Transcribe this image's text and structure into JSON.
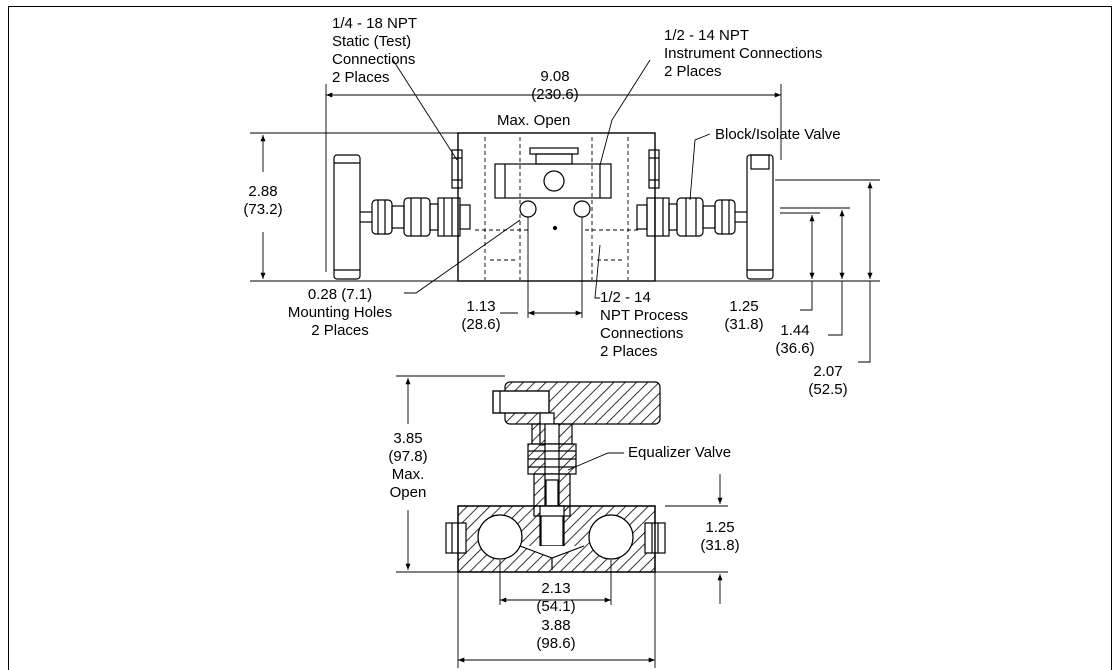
{
  "labels": {
    "static_conn": [
      "1/4 - 18 NPT",
      "Static (Test)",
      "Connections",
      "2 Places"
    ],
    "instrument_conn": [
      "1/2 - 14 NPT",
      "Instrument Connections",
      "2 Places"
    ],
    "overall_width": [
      "9.08",
      "(230.6)"
    ],
    "max_open_top": "Max. Open",
    "block_isolate": "Block/Isolate Valve",
    "height_288": [
      "2.88",
      "(73.2)"
    ],
    "mounting_holes": [
      "0.28 (7.1)",
      "Mounting Holes",
      "2 Places"
    ],
    "dim_113": [
      "1.13",
      "(28.6)"
    ],
    "process_conn": [
      "1/2 - 14",
      "NPT Process",
      "Connections",
      "2 Places"
    ],
    "dim_125_top": [
      "1.25",
      "(31.8)"
    ],
    "dim_144": [
      "1.44",
      "(36.6)"
    ],
    "dim_207": [
      "2.07",
      "(52.5)"
    ],
    "dim_385": [
      "3.85",
      "(97.8)",
      "Max.",
      "Open"
    ],
    "equalizer": "Equalizer Valve",
    "dim_125_bot": [
      "1.25",
      "(31.8)"
    ],
    "dim_213": [
      "2.13",
      "(54.1)"
    ],
    "dim_388": [
      "3.88",
      "(98.6)"
    ]
  }
}
